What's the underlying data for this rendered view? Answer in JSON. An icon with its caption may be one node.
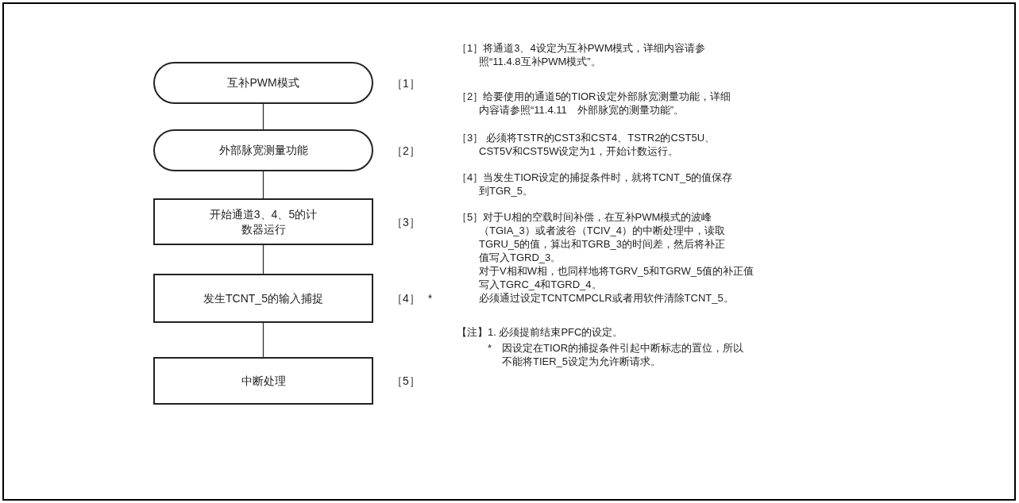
{
  "diagram": {
    "nodes": [
      {
        "text": [
          "互补PWM模式"
        ],
        "beside": [
          "［1］"
        ]
      },
      {
        "text": [
          "外部脉宽测量功能"
        ],
        "beside": [
          "［2］"
        ]
      },
      {
        "text": [
          "开始通道3、4、5的计数器运行"
        ],
        "beside": [
          "［3］"
        ]
      },
      {
        "text": [
          "发生TCNT_5的输入捕捉"
        ],
        "beside": [
          "［4］",
          "*"
        ]
      },
      {
        "text": [
          "中断处理"
        ],
        "beside": [
          "［5］"
        ]
      }
    ],
    "edges": [
      {
        "from": 0,
        "to": 1,
        "arrow": "none"
      },
      {
        "from": 1,
        "to": 2,
        "arrow": "none"
      },
      {
        "from": 2,
        "to": 3,
        "arrow": "none"
      },
      {
        "from": 3,
        "to": 4,
        "arrow": "none"
      }
    ],
    "labels": [
      "［1］将通道3、4设定为互补PWM模式，详细内容请参照“11.4.8互补PWM模式”。",
      "［2］给要使用的通道5的TIOR设定外部脉宽测量功能，详细内容请参照“11.4.11　外部脉宽的测量功能”。",
      "［3］ 必须将TSTR的CST3和CST4、TSTR2的CST5U、CST5V和CST5W设定为1，开始计数运行。",
      "［4］当发生TIOR设定的捕捉条件时，就将TCNT_5的值保存到TGR_5。",
      "［5］对于U相的空载时间补偿，在互补PWM模式的波峰（TGIA_3）或者波谷（TCIV_4）的中断处理中，读取TGRU_5的值，算出和TGRB_3的时间差，然后将补正值写入TGRD_3。",
      "对于V相和W相，也同样地将TGRV_5和TGRW_5值的补正值写入TGRC_4和TGRD_4。",
      "必须通过设定TCNTCMPCLR或者用软件清除TCNT_5。",
      "【注】1. 必须提前结束PFC的设定。",
      "*　因设定在TIOR的捕捉条件引起中断标志的置位，所以不能将TIER_5设定为允许断请求。"
    ]
  }
}
